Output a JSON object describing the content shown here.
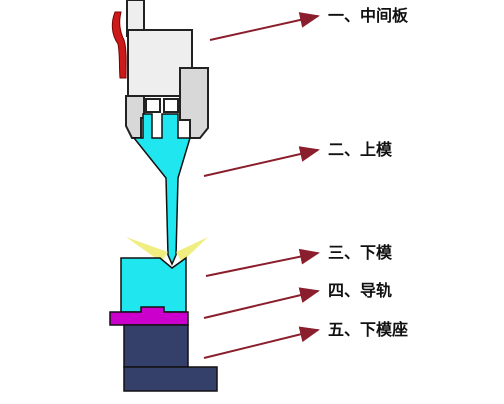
{
  "labels": {
    "middle_plate": "一、中间板",
    "upper_die": "二、上模",
    "lower_die": "三、下模",
    "guide_rail": "四、导轨",
    "lower_die_base": "五、下模座"
  },
  "colors": {
    "outline": "#222222",
    "upper_block_fill": "#eeeeee",
    "clamp_fill": "#d8d8d8",
    "upper_die_fill": "#1fe6ef",
    "lower_die_fill": "#1fe6ef",
    "guide_rail_fill": "#cc00cc",
    "base_fill": "#34406a",
    "handle_red": "#cc1a1a",
    "arrow_red": "#8b1e2c",
    "light_ray": "#f0ec73"
  }
}
